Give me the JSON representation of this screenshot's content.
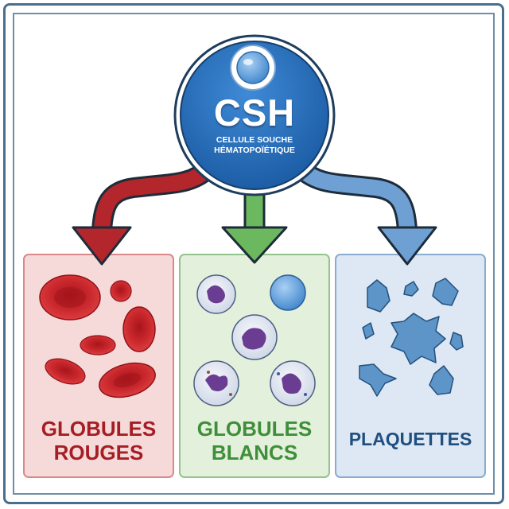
{
  "hub": {
    "abbreviation": "CSH",
    "full_name": "CELLULE SOUCHE HÉMATOPOÏÉTIQUE"
  },
  "panels": [
    {
      "label": "GLOBULES ROUGES",
      "color": "#b3262b",
      "fill": "#f6dada"
    },
    {
      "label": "GLOBULES BLANCS",
      "color": "#4a9a45",
      "fill": "#e3f0db"
    },
    {
      "label": "PLAQUETTES",
      "color": "#2d5f93",
      "fill": "#dde8f4"
    }
  ],
  "colors": {
    "hub_blue": "#1f64b0",
    "frame": "#4a6f8e"
  }
}
